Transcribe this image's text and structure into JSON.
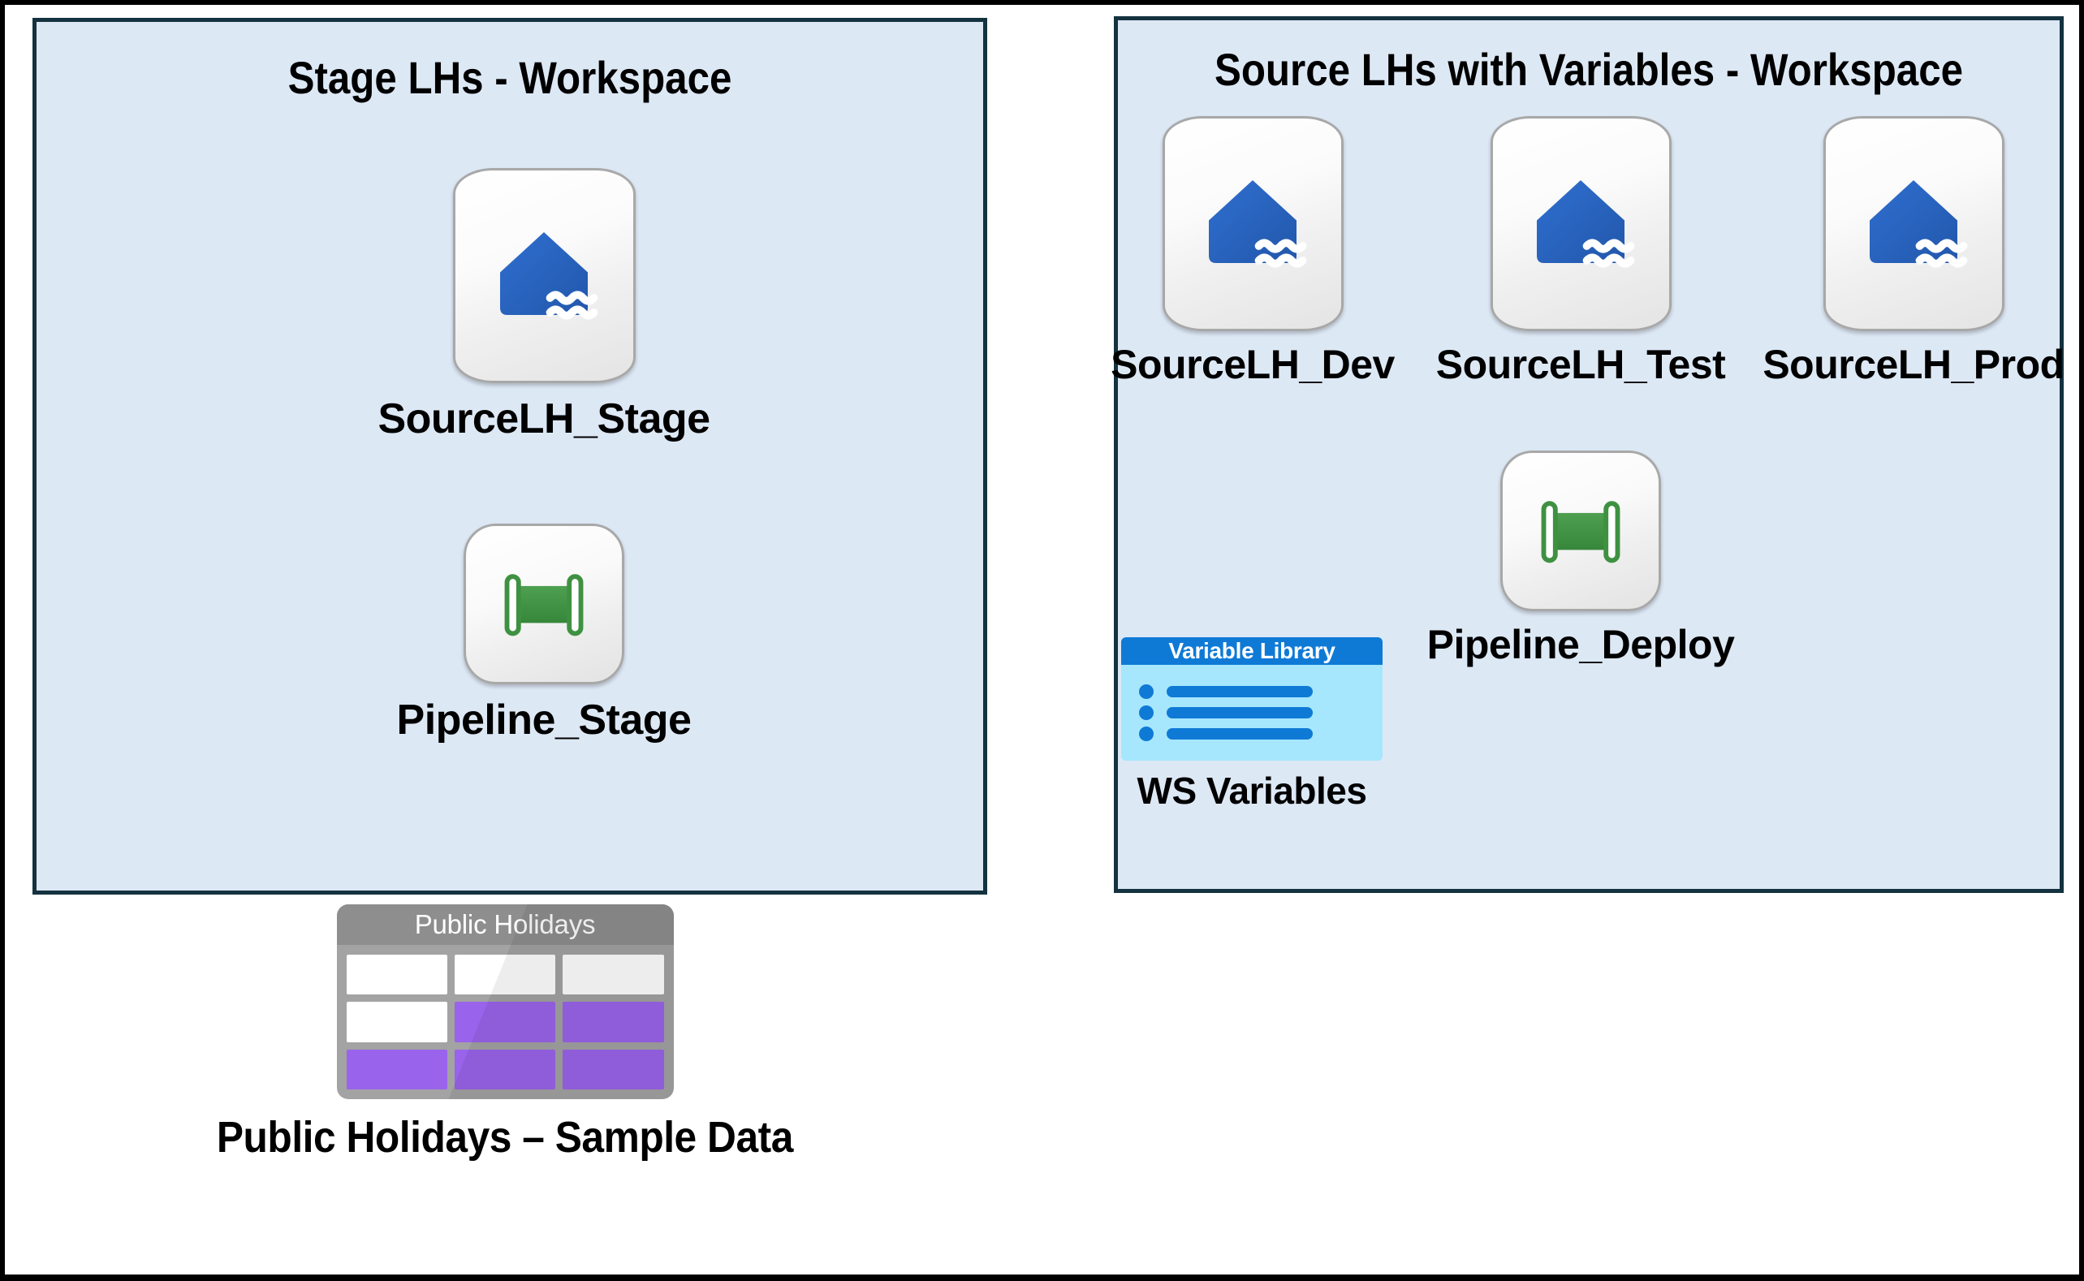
{
  "diagram": {
    "background_color": "#ffffff",
    "frame_color": "#000000",
    "panel_fill": "#dde8f5",
    "panel_border": "#14323f",
    "accent_lakehouse": "#2563c4",
    "accent_pipeline": "#3f9142",
    "accent_variable": "#0f7ad6",
    "accent_table_cell": "#9a63eb"
  },
  "panels": [
    {
      "id": "stage",
      "title": "Stage LHs - Workspace",
      "items": [
        {
          "icon": "lakehouse-icon",
          "label": "SourceLH_Stage"
        },
        {
          "icon": "pipeline-icon",
          "label": "Pipeline_Stage"
        }
      ]
    },
    {
      "id": "source",
      "title": "Source LHs with Variables - Workspace",
      "items": [
        {
          "icon": "lakehouse-icon",
          "label": "SourceLH_Dev"
        },
        {
          "icon": "lakehouse-icon",
          "label": "SourceLH_Test"
        },
        {
          "icon": "lakehouse-icon",
          "label": "SourceLH_Prod"
        },
        {
          "icon": "pipeline-icon",
          "label": "Pipeline_Deploy"
        },
        {
          "icon": "variable-library-icon",
          "label": "WS Variables",
          "header": "Variable Library"
        }
      ]
    }
  ],
  "standalone": {
    "icon": "table-icon",
    "header": "Public Holidays",
    "label": "Public Holidays – Sample Data",
    "cells": [
      [
        "white",
        "white",
        "white"
      ],
      [
        "white",
        "purple",
        "purple"
      ],
      [
        "purple",
        "purple",
        "purple"
      ]
    ]
  }
}
